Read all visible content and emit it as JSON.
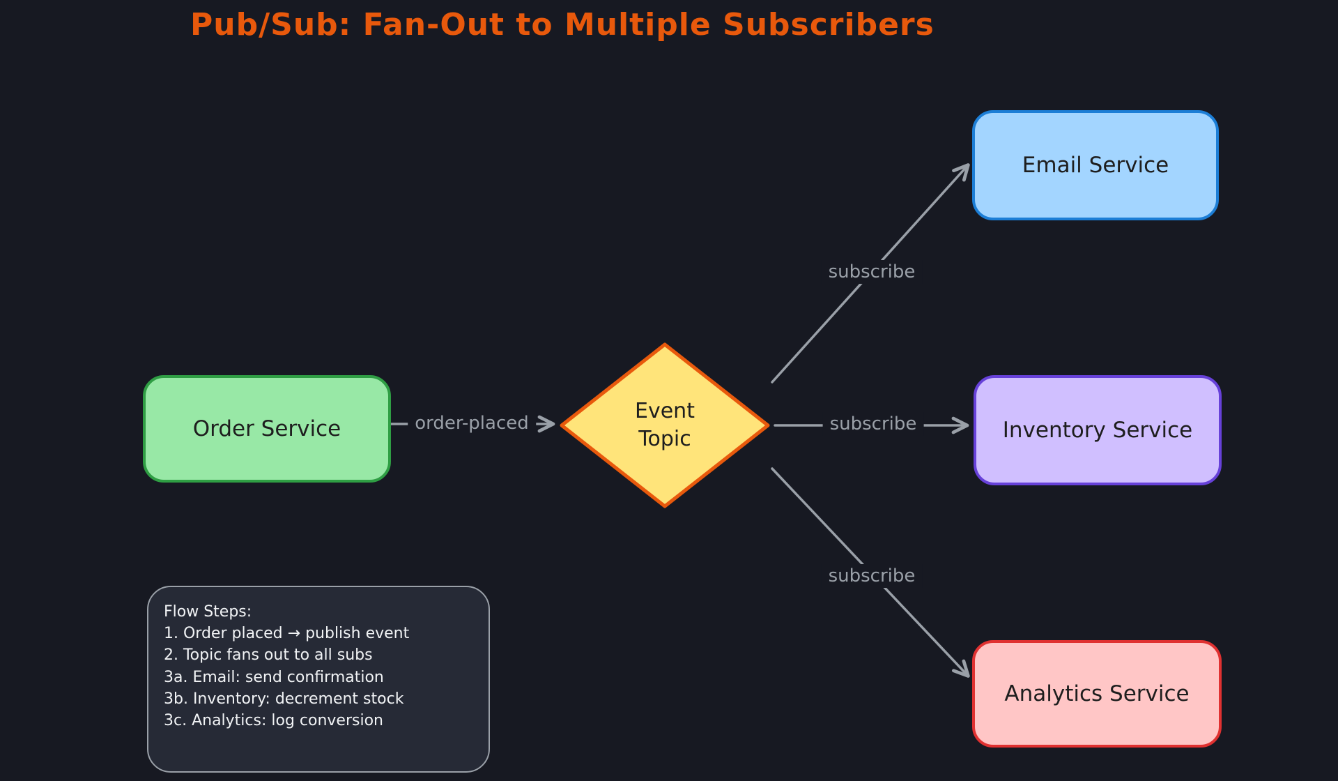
{
  "title": "Pub/Sub: Fan-Out to Multiple Subscribers",
  "colors": {
    "background": "#171922",
    "title": "#e8590c",
    "arrow": "#9aa0a8",
    "edge_label_text": "#9aa0a8",
    "node_text": "#1e1e1e",
    "note_fill": "#262a36",
    "note_border": "#9aa0a8",
    "note_text": "#f1f3f5"
  },
  "nodes": {
    "order": {
      "label": "Order Service",
      "fill": "#98e8a6",
      "border": "#2f9e44",
      "shape": "rounded-rectangle"
    },
    "topic": {
      "label_line1": "Event",
      "label_line2": "Topic",
      "fill": "#ffe47a",
      "border": "#e8590c",
      "shape": "diamond"
    },
    "email": {
      "label": "Email Service",
      "fill": "#a3d5ff",
      "border": "#1c7ed6",
      "shape": "rounded-rectangle"
    },
    "inventory": {
      "label": "Inventory Service",
      "fill": "#d0bfff",
      "border": "#6741d9",
      "shape": "rounded-rectangle"
    },
    "analytics": {
      "label": "Analytics Service",
      "fill": "#ffc6c6",
      "border": "#e03131",
      "shape": "rounded-rectangle"
    }
  },
  "edges": {
    "order_to_topic": {
      "label": "order-placed",
      "from": "Order Service",
      "to": "Event Topic"
    },
    "topic_to_email": {
      "label": "subscribe",
      "from": "Event Topic",
      "to": "Email Service"
    },
    "topic_to_inventory": {
      "label": "subscribe",
      "from": "Event Topic",
      "to": "Inventory Service"
    },
    "topic_to_analytics": {
      "label": "subscribe",
      "from": "Event Topic",
      "to": "Analytics Service"
    }
  },
  "note": {
    "lines": [
      "Flow Steps:",
      "1. Order placed → publish event",
      "2. Topic fans out to all subs",
      "3a. Email: send confirmation",
      "3b. Inventory: decrement stock",
      "3c. Analytics: log conversion"
    ]
  }
}
